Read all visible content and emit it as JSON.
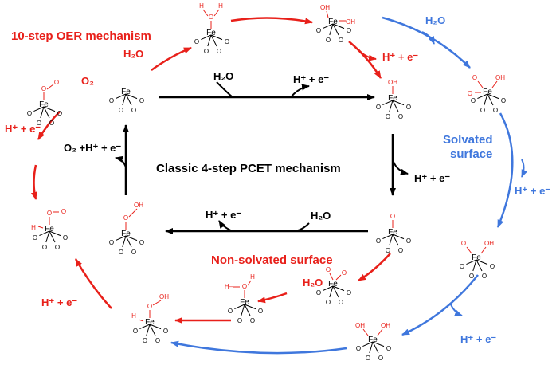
{
  "colors": {
    "black": "#000000",
    "red": "#e8201a",
    "blue": "#3f77dd"
  },
  "titles": {
    "oer": "10-step OER mechanism",
    "classic": "Classic 4-step PCET mechanism",
    "solvated": [
      "Solvated",
      "surface"
    ],
    "nonsolvated": "Non-solvated surface"
  },
  "labels": {
    "water": "H₂O",
    "o2": "O₂",
    "pcet_main": "H⁺ + e⁻",
    "o2_pcet": "O₂ +H⁺ + e⁻"
  },
  "atoms": {
    "fe": "Fe",
    "o": "O",
    "h": "H",
    "oh": "OH"
  }
}
